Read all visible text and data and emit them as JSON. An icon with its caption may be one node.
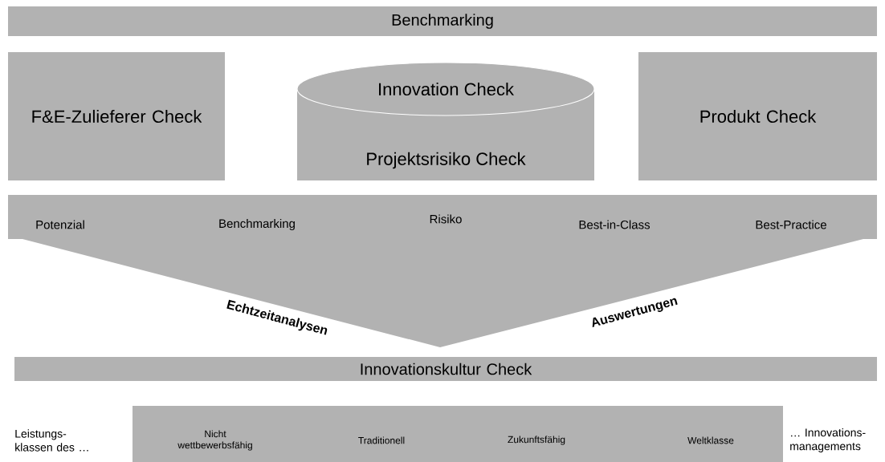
{
  "diagram": {
    "nodes": [
      {
        "text": [
          "Benchmarking"
        ]
      },
      {
        "text": [
          "F&E-Zulieferer Check"
        ]
      },
      {
        "text": [
          "Innovation Check",
          "Projektsrisiko Check"
        ]
      },
      {
        "text": [
          "Produkt Check"
        ]
      },
      {
        "text": [
          "Potenzial",
          "Benchmarking",
          "Risiko",
          "Best-in-Class",
          "Best-Practice"
        ],
        "beside": [
          "Echtzeitanalysen",
          "Auswertungen"
        ]
      },
      {
        "text": [
          "Innovationskultur Check"
        ]
      },
      {
        "text": [
          "Nicht wettbewerbsfähig",
          "Traditionell",
          "Zukunftsfähig",
          "Weltklasse"
        ]
      }
    ],
    "edges": [],
    "labels": [
      "Leistungs- klassen des …",
      "… Innovations- managements"
    ]
  }
}
